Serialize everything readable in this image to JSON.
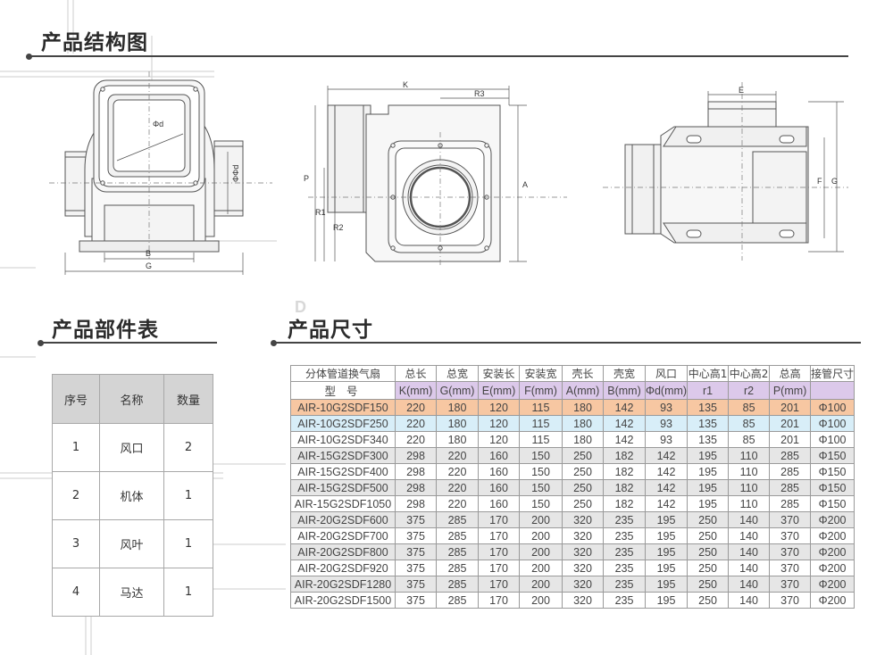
{
  "titles": {
    "structure": "产品结构图",
    "parts": "产品部件表",
    "size": "产品尺寸"
  },
  "drawing_labels": {
    "front": {
      "d": "Φd",
      "phi": "ΦΦd",
      "B": "B",
      "G": "G"
    },
    "side": {
      "K": "K",
      "R3": "R3",
      "P": "P",
      "R1": "R1",
      "R2": "R2",
      "A": "A"
    },
    "top": {
      "E": "E",
      "F": "F",
      "G": "G"
    },
    "watermark": "D"
  },
  "parts_table": {
    "headers": [
      "序号",
      "名称",
      "数量"
    ],
    "rows": [
      [
        "1",
        "风口",
        "2"
      ],
      [
        "2",
        "机体",
        "1"
      ],
      [
        "3",
        "风叶",
        "1"
      ],
      [
        "4",
        "马达",
        "1"
      ]
    ]
  },
  "size_table": {
    "header1": [
      "分体管道换气扇",
      "总长",
      "总宽",
      "安装长",
      "安装宽",
      "壳长",
      "壳宽",
      "风口",
      "中心高1",
      "中心高2",
      "总高",
      "接管尺寸"
    ],
    "header2": [
      "型   号",
      "K(mm)",
      "G(mm)",
      "E(mm)",
      "F(mm)",
      "A(mm)",
      "B(mm)",
      "Φd(mm)",
      "r1",
      "r2",
      "P(mm)",
      ""
    ],
    "rows": [
      [
        "AIR-10G2SDF150",
        "220",
        "180",
        "120",
        "115",
        "180",
        "142",
        "93",
        "135",
        "85",
        "201",
        "Φ100"
      ],
      [
        "AIR-10G2SDF250",
        "220",
        "180",
        "120",
        "115",
        "180",
        "142",
        "93",
        "135",
        "85",
        "201",
        "Φ100"
      ],
      [
        "AIR-10G2SDF340",
        "220",
        "180",
        "120",
        "115",
        "180",
        "142",
        "93",
        "135",
        "85",
        "201",
        "Φ100"
      ],
      [
        "AIR-15G2SDF300",
        "298",
        "220",
        "160",
        "150",
        "250",
        "182",
        "142",
        "195",
        "110",
        "285",
        "Φ150"
      ],
      [
        "AIR-15G2SDF400",
        "298",
        "220",
        "160",
        "150",
        "250",
        "182",
        "142",
        "195",
        "110",
        "285",
        "Φ150"
      ],
      [
        "AIR-15G2SDF500",
        "298",
        "220",
        "160",
        "150",
        "250",
        "182",
        "142",
        "195",
        "110",
        "285",
        "Φ150"
      ],
      [
        "AIR-15G2SDF1050",
        "298",
        "220",
        "160",
        "150",
        "250",
        "182",
        "142",
        "195",
        "110",
        "285",
        "Φ150"
      ],
      [
        "AIR-20G2SDF600",
        "375",
        "285",
        "170",
        "200",
        "320",
        "235",
        "195",
        "250",
        "140",
        "370",
        "Φ200"
      ],
      [
        "AIR-20G2SDF700",
        "375",
        "285",
        "170",
        "200",
        "320",
        "235",
        "195",
        "250",
        "140",
        "370",
        "Φ200"
      ],
      [
        "AIR-20G2SDF800",
        "375",
        "285",
        "170",
        "200",
        "320",
        "235",
        "195",
        "250",
        "140",
        "370",
        "Φ200"
      ],
      [
        "AIR-20G2SDF920",
        "375",
        "285",
        "170",
        "200",
        "320",
        "235",
        "195",
        "250",
        "140",
        "370",
        "Φ200"
      ],
      [
        "AIR-20G2SDF1280",
        "375",
        "285",
        "170",
        "200",
        "320",
        "235",
        "195",
        "250",
        "140",
        "370",
        "Φ200"
      ],
      [
        "AIR-20G2SDF1500",
        "375",
        "285",
        "170",
        "200",
        "320",
        "235",
        "195",
        "250",
        "140",
        "370",
        "Φ200"
      ]
    ],
    "row_styles": [
      "orange",
      "blue",
      "white",
      "grey",
      "white",
      "grey",
      "white",
      "grey",
      "white",
      "grey",
      "white",
      "grey",
      "white"
    ]
  },
  "colors": {
    "header_purple": "#dcc9ea",
    "highlight_orange": "#f7c7a2",
    "highlight_blue": "#d8eef8",
    "stripe_grey": "#e6e6e6"
  }
}
